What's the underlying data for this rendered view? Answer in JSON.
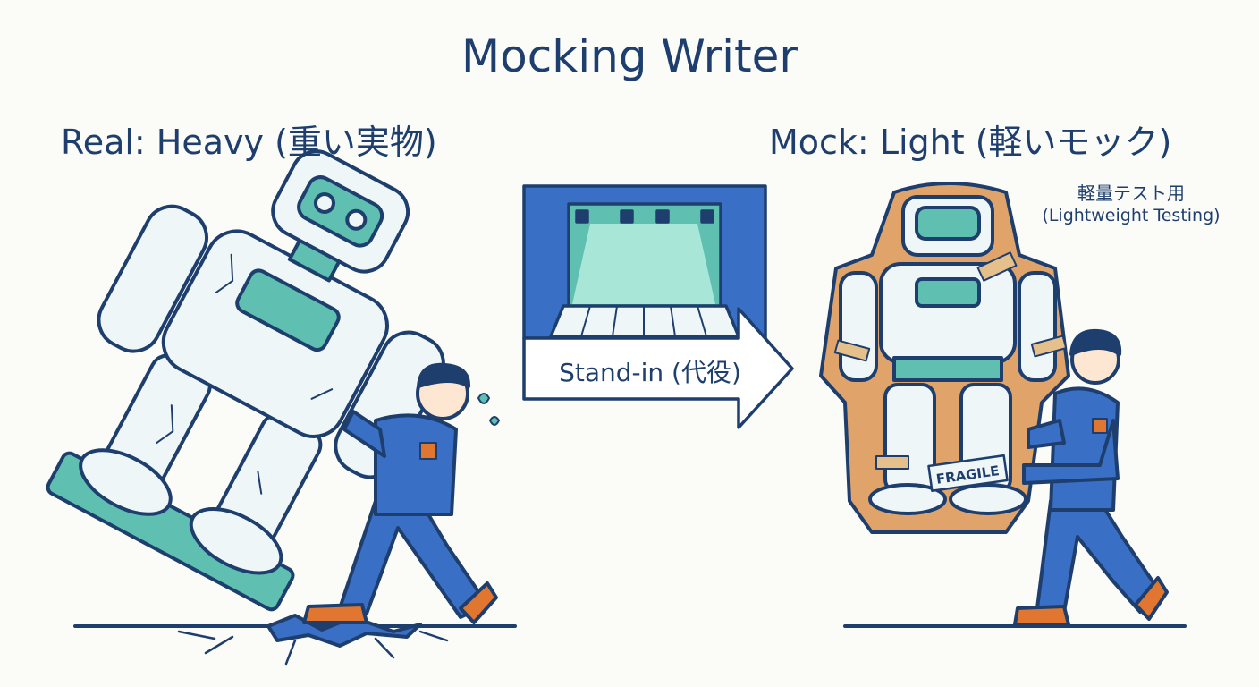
{
  "title": "Mocking Writer",
  "left": {
    "heading": "Real: Heavy (重い実物)"
  },
  "right": {
    "heading": "Mock: Light (軽いモック)",
    "note_jp": "軽量テスト用",
    "note_en": "(Lightweight Testing)",
    "box_label": "FRAGILE"
  },
  "arrow": {
    "label": "Stand-in (代役)"
  },
  "colors": {
    "ink": "#1e3f6e",
    "teal": "#5fbfb0",
    "robot_body": "#eef6f7",
    "worker_blue": "#3a6fc6",
    "cardboard": "#e0a46a",
    "shoe": "#e0762f",
    "stage_light": "#a8e6d8"
  }
}
